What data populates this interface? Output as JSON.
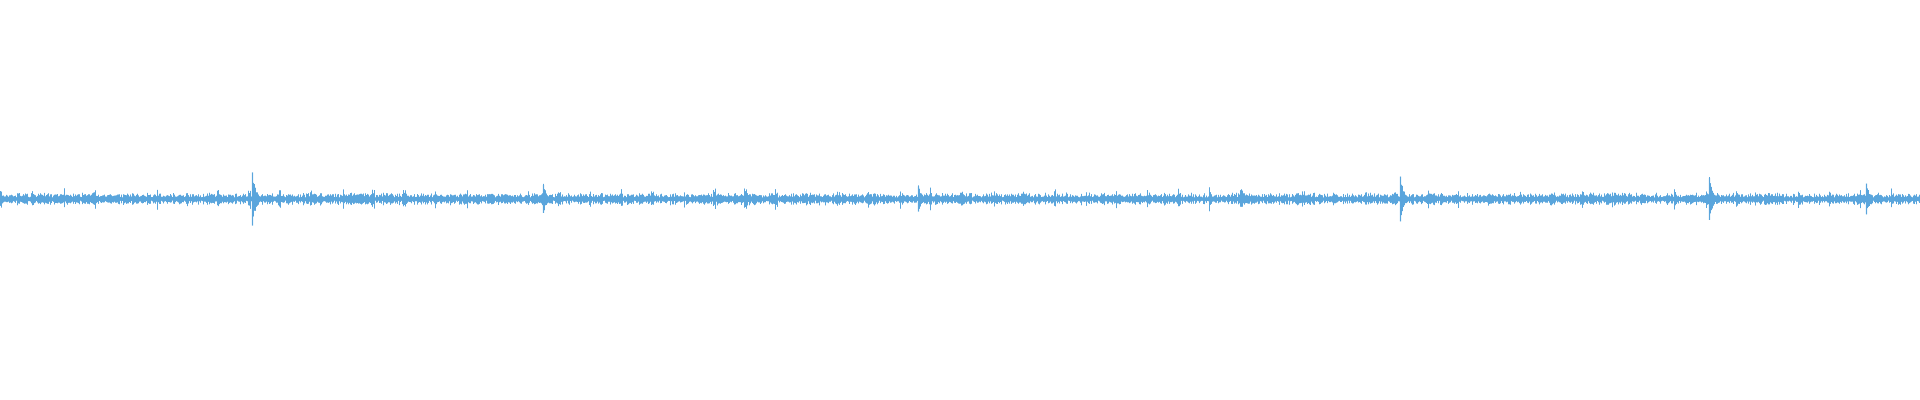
{
  "waveform": {
    "color": "#5aa5dc",
    "background": "#ffffff",
    "peaks": [
      {
        "position": 0.131,
        "amplitude": 0.95
      },
      {
        "position": 0.283,
        "amplitude": 0.5
      },
      {
        "position": 0.478,
        "amplitude": 0.45
      },
      {
        "position": 0.729,
        "amplitude": 0.8
      },
      {
        "position": 0.89,
        "amplitude": 0.75
      },
      {
        "position": 0.972,
        "amplitude": 0.55
      }
    ]
  }
}
